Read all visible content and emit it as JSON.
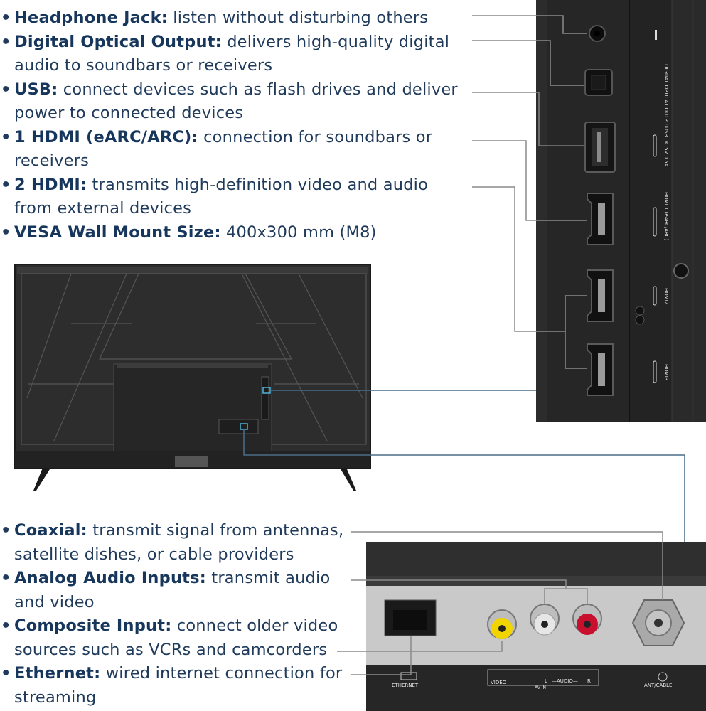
{
  "top_features": [
    {
      "title": "Headphone Jack:",
      "lines": [
        "listen without disturbing others"
      ]
    },
    {
      "title": "Digital Optical Output:",
      "lines": [
        "delivers high-quality digital",
        "audio to soundbars or receivers"
      ]
    },
    {
      "title": "USB:",
      "lines": [
        "connect devices such as flash drives and deliver",
        "power to connected devices"
      ]
    },
    {
      "title": "1 HDMI (eARC/ARC):",
      "lines": [
        "connection for soundbars or",
        "receivers"
      ]
    },
    {
      "title": "2 HDMI:",
      "lines": [
        "transmits high-definition video and audio",
        "from external devices"
      ]
    },
    {
      "title": "VESA Wall Mount Size:",
      "lines": [
        "400x300 mm (M8)"
      ]
    }
  ],
  "bottom_features": [
    {
      "title": "Coaxial:",
      "lines": [
        "transmit signal from antennas,",
        "satellite dishes, or cable providers"
      ]
    },
    {
      "title": "Analog Audio Inputs:",
      "lines": [
        "transmit audio",
        "and video"
      ]
    },
    {
      "title": "Composite Input:",
      "lines": [
        "connect older video",
        "sources such as VCRs and camcorders"
      ]
    },
    {
      "title": "Ethernet:",
      "lines": [
        "wired internet connection for",
        "streaming"
      ]
    }
  ],
  "side_panel_labels": {
    "optical": "DIGITAL OPTICAL OUTPUT",
    "usb": "USB DC 5V 0.5A",
    "hdmi1": "HDMI 1 (eARC/ARC)",
    "hdmi2": "HDMI2",
    "hdmi3": "HDMI3"
  },
  "bottom_panel_labels": {
    "ethernet": "ETHERNET",
    "video": "VIDEO",
    "audio_l": "L",
    "audio": "—AUDIO—",
    "audio_r": "R",
    "av_in": "AV IN",
    "ant": "ANT/CABLE"
  },
  "colors": {
    "text": "#1f3a5a",
    "panel": "#2b2b2b",
    "panel_dark": "#1b1b1b",
    "leader": "#8a8a8a",
    "rca_yellow": "#f2d400",
    "rca_white": "#e6e6e6",
    "rca_red": "#c8102e"
  }
}
